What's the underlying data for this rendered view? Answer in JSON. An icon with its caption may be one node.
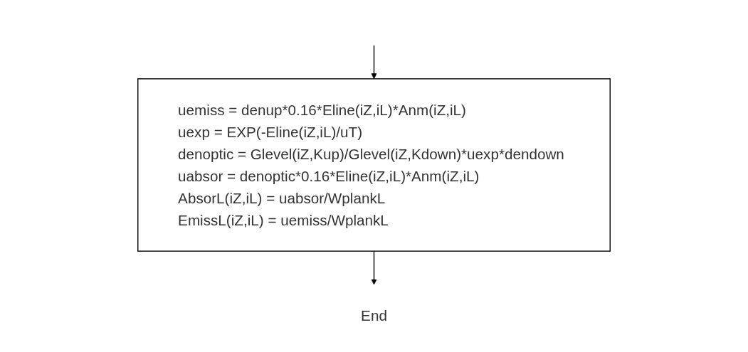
{
  "diagram": {
    "nodes": [
      {
        "text": [
          "uemiss = denup*0.16*Eline(iZ,iL)*Anm(iZ,iL)",
          "uexp = EXP(-Eline(iZ,iL)/uT)",
          "denoptic = Glevel(iZ,Kup)/Glevel(iZ,Kdown)*uexp*dendown",
          "uabsor = denoptic*0.16*Eline(iZ,iL)*Anm(iZ,iL)",
          "AbsorL(iZ,iL) = uabsor/WplankL",
          "EmissL(iZ,iL) = uemiss/WplankL"
        ]
      },
      {
        "text": [
          "End"
        ]
      }
    ],
    "edges": [
      {
        "from": null,
        "to": 0,
        "arrow": "to"
      },
      {
        "from": 0,
        "to": 1,
        "arrow": "to"
      }
    ]
  }
}
